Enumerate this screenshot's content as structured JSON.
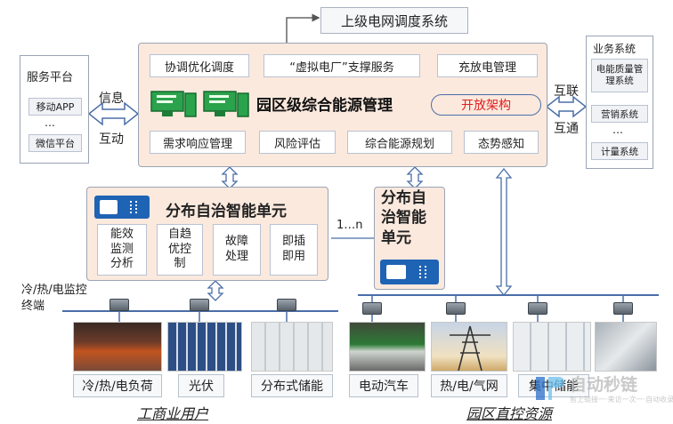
{
  "top": {
    "dispatch": "上级电网调度系统"
  },
  "center": {
    "title": "园区级综合能源管理",
    "badge": "开放架构",
    "row1": [
      "协调优化调度",
      "“虚拟电厂”支撑服务",
      "充放电管理"
    ],
    "row2": [
      "需求响应管理",
      "风险评估",
      "综合能源规划",
      "态势感知"
    ]
  },
  "left": {
    "title": "服务平台",
    "items": [
      "移动APP",
      "…",
      "微信平台"
    ],
    "arrow_top": "信息",
    "arrow_bottom": "互动"
  },
  "right": {
    "title": "业务系统",
    "items": [
      "电能质量管理系统",
      "营销系统",
      "…",
      "计量系统"
    ],
    "arrow_top": "互联",
    "arrow_bottom": "互通"
  },
  "unit_main": {
    "title": "分布自治智能单元",
    "cells": [
      "能效监测分析",
      "自趋优控制",
      "故障处理",
      "即插即用"
    ]
  },
  "unit_small": {
    "title": "分布自治智能单元",
    "connector": "1…n"
  },
  "monitor": {
    "label": "冷/热/电监控终端"
  },
  "bottom": {
    "labels": [
      "冷/热/电负荷",
      "光伏",
      "分布式储能",
      "电动汽车",
      "热/电/气网",
      "集中储能"
    ],
    "group_left": "工商业用户",
    "group_right": "园区直控资源"
  },
  "watermark": {
    "text": "自动秒链",
    "sub": "智上链接一·来访一次一·自动收录"
  },
  "colors": {
    "panel_bg": "#fbe9de",
    "accent_blue": "#1f63b4",
    "green": "#2ba24c",
    "arrow_fill": "#ffffff",
    "badge_red": "#e0201e"
  }
}
